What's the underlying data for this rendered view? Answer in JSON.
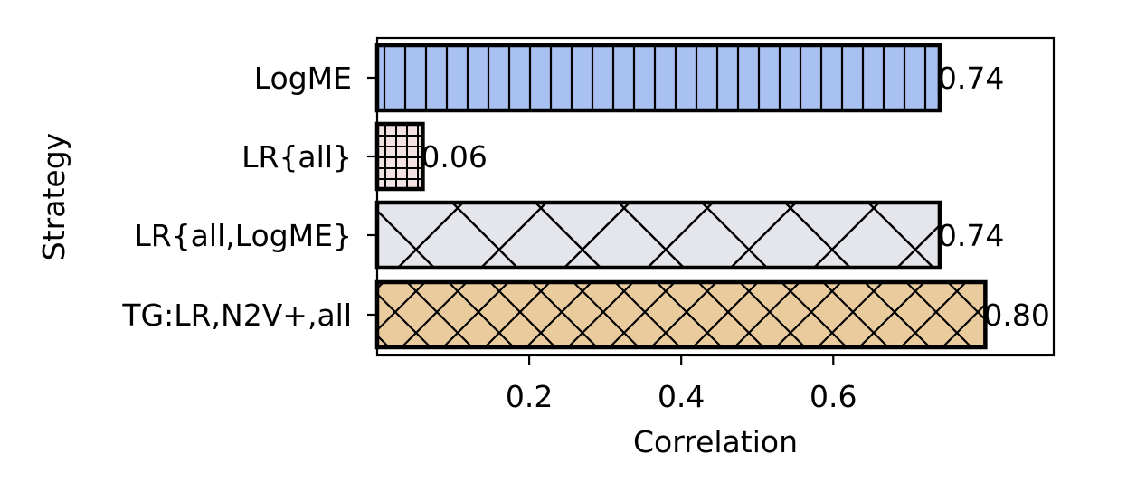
{
  "chart_data": {
    "type": "bar",
    "orientation": "horizontal",
    "xlabel": "Correlation",
    "ylabel": "Strategy",
    "xlim": [
      0.0,
      0.89
    ],
    "x_ticks": [
      0.2,
      0.4,
      0.6
    ],
    "x_tick_labels": [
      "0.2",
      "0.4",
      "0.6"
    ],
    "grid": false,
    "legend": "none",
    "bars": [
      {
        "label": "LogME",
        "value": 0.74,
        "value_label": "0.74",
        "fill": "#a9c1f1",
        "hatch": "vertical-lines"
      },
      {
        "label": "LR{all}",
        "value": 0.06,
        "value_label": "0.06",
        "fill": "#f2e2e2",
        "hatch": "grid"
      },
      {
        "label": "LR{all,LogME}",
        "value": 0.74,
        "value_label": "0.74",
        "fill": "#e5e6ec",
        "hatch": "crosshatch-wide"
      },
      {
        "label": "TG:LR,N2V+,all",
        "value": 0.8,
        "value_label": "0.80",
        "fill": "#e9cb9e",
        "hatch": "crosshatch-dense"
      }
    ]
  }
}
